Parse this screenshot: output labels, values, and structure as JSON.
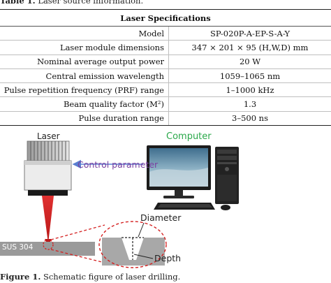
{
  "table": {
    "caption_label": "Table 1.",
    "caption_text": "Laser source information.",
    "header": "Laser Specifications",
    "rows": [
      {
        "label": "Model",
        "value": "SP-020P-A-EP-S-A-Y"
      },
      {
        "label": "Laser module dimensions",
        "value": "347 × 201 × 95 (H,W,D) mm"
      },
      {
        "label": "Nominal average output power",
        "value": "20 W"
      },
      {
        "label": "Central emission wavelength",
        "value": "1059–1065 nm"
      },
      {
        "label": "Pulse repetition frequency (PRF) range",
        "value": "1–1000 kHz"
      },
      {
        "label": "Beam quality factor (M²)",
        "value": "1.3"
      },
      {
        "label": "Pulse duration range",
        "value": "3–500 ns"
      }
    ]
  },
  "figure": {
    "laser_label": "Laser",
    "computer_label": "Computer",
    "control_label": "Control parameter",
    "material_label": "SUS 304",
    "diameter_label": "Diameter",
    "depth_label": "Depth",
    "colors": {
      "beam": "#d42020",
      "computer_text": "#2aa84a",
      "control_text": "#7a3fa0",
      "arrow": "#5a7fd0",
      "plate": "#9a9a9a",
      "zoom_outline": "#d42020"
    },
    "caption_label": "Figure 1.",
    "caption_text": "Schematic figure of laser drilling."
  }
}
